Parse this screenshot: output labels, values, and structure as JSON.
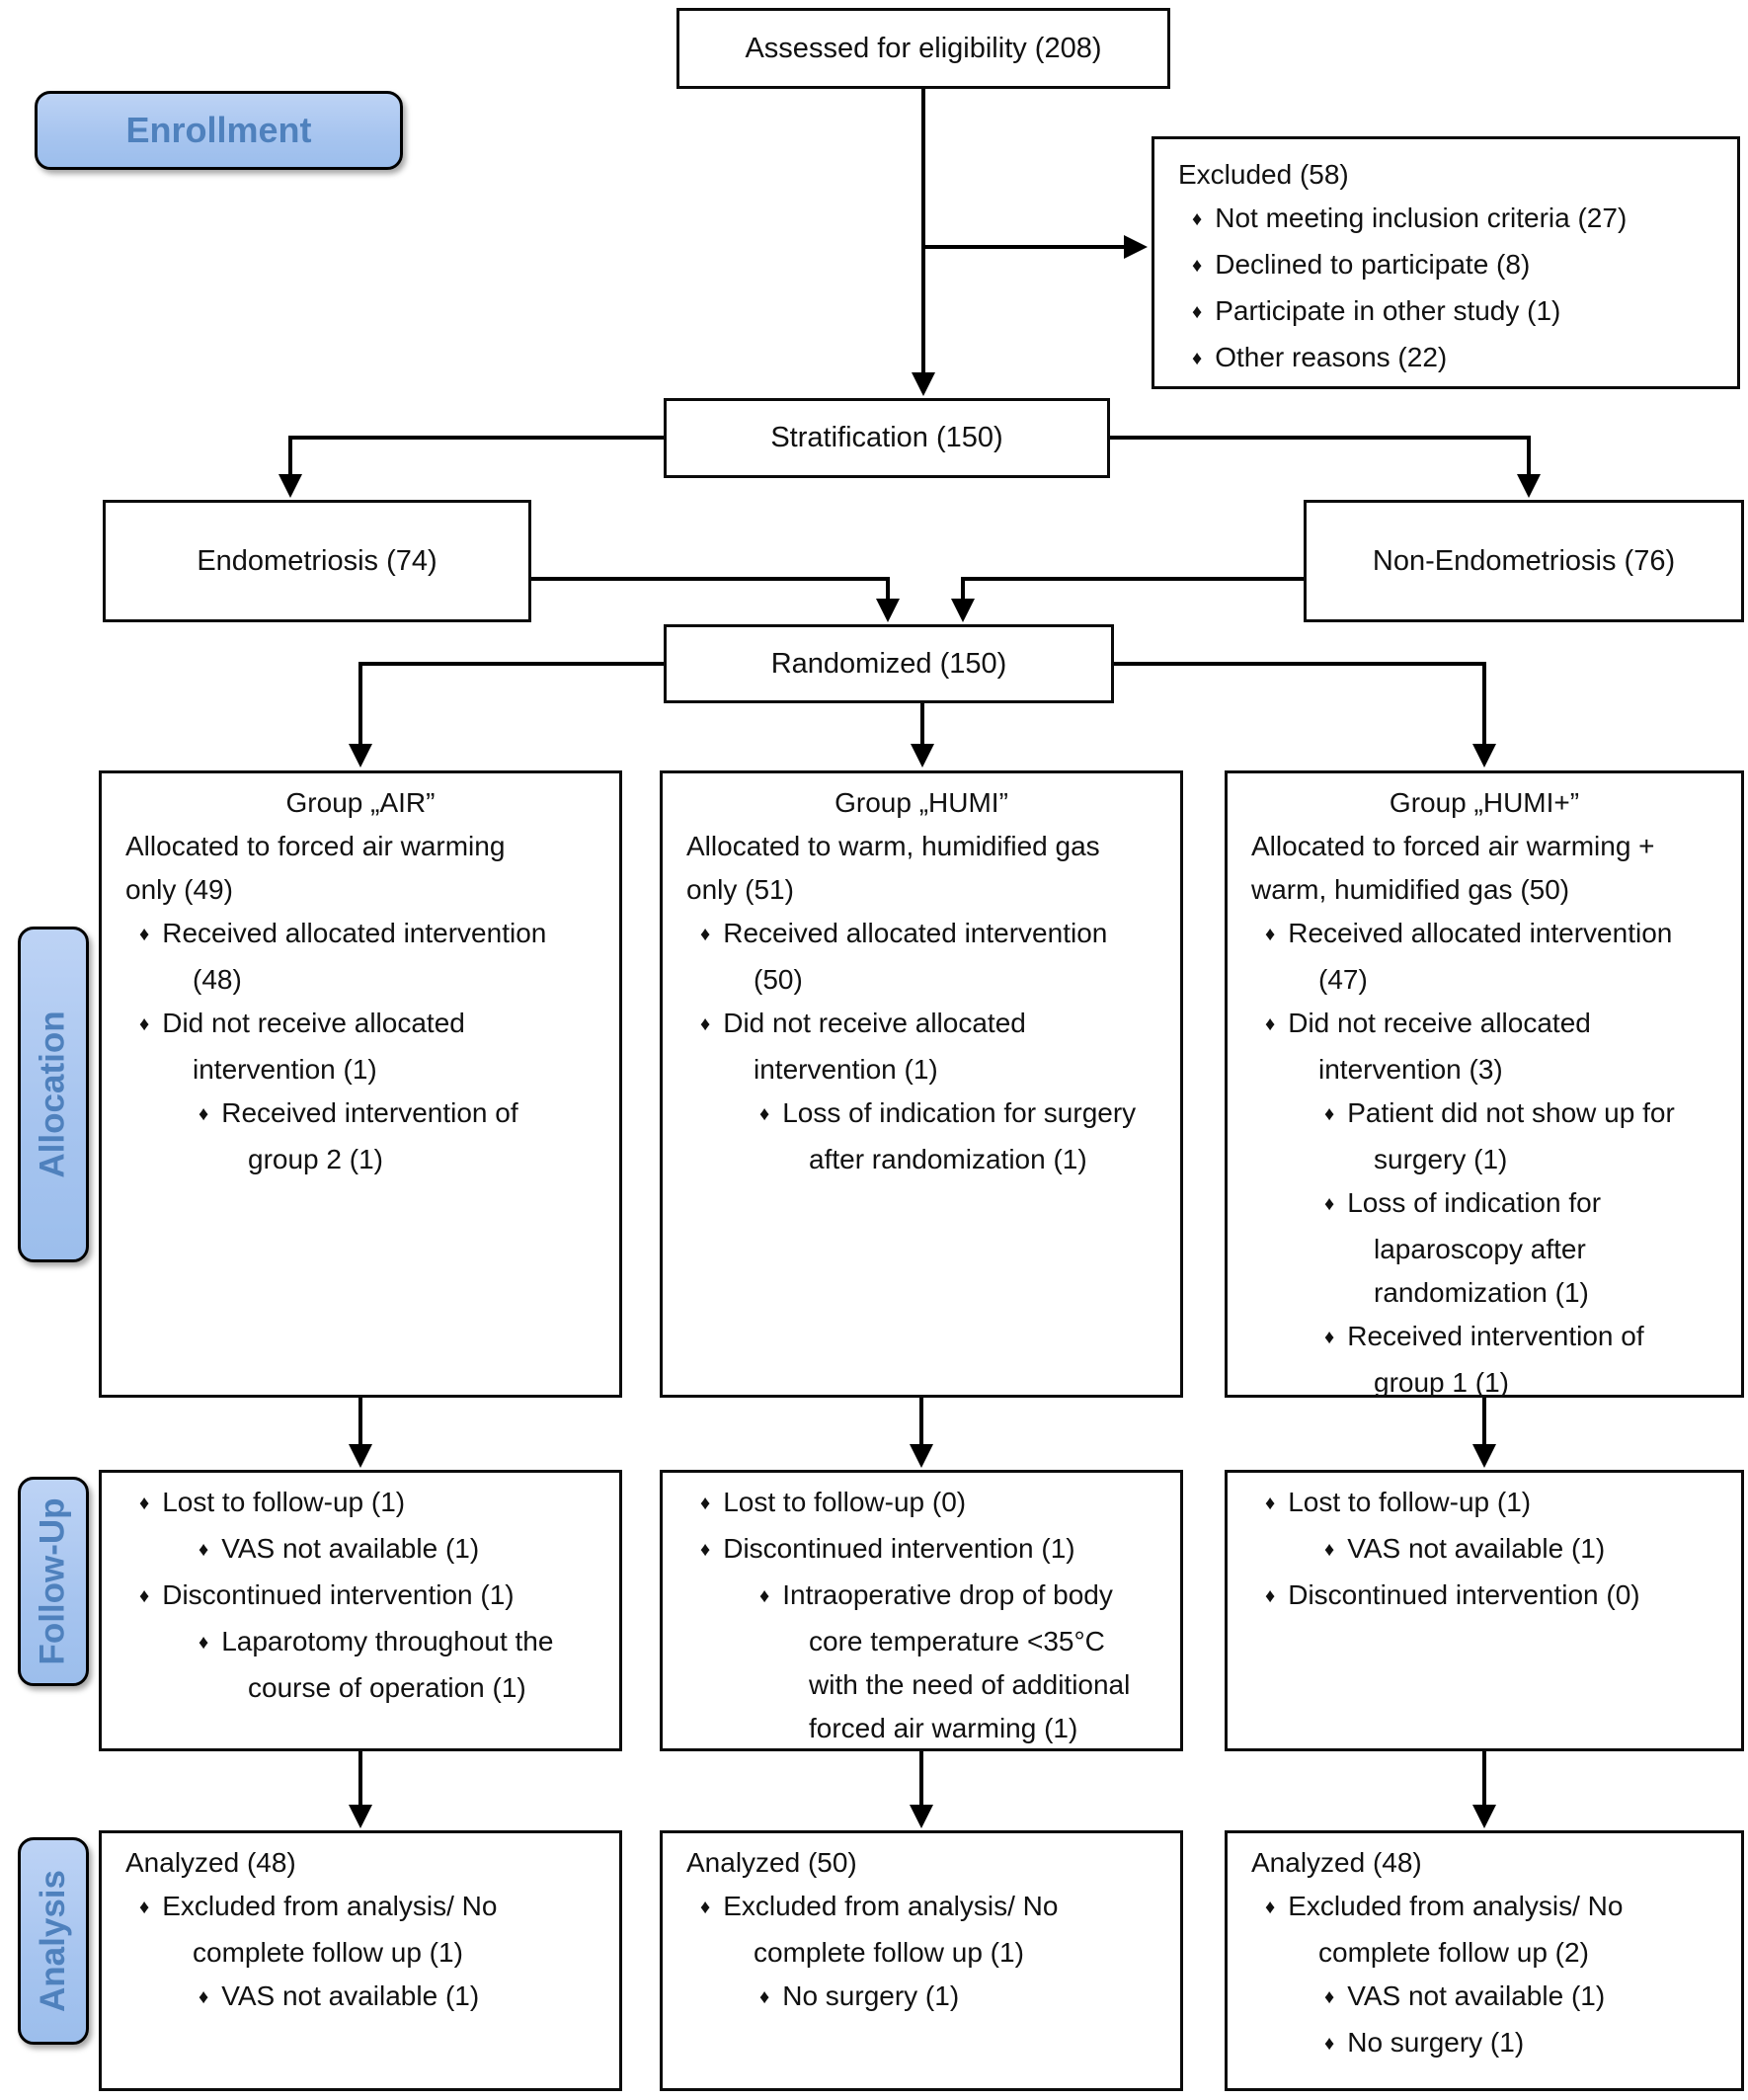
{
  "colors": {
    "label_top": "#bdd3f5",
    "label_fill": "#a6c4ef",
    "label_text": "#4f81bd",
    "line": "#000000"
  },
  "bullet_char": "♦",
  "stages": {
    "enrollment": "Enrollment",
    "allocation": "Allocation",
    "follow_up": "Follow-Up",
    "analysis": "Analysis"
  },
  "boxes": {
    "assessed": "Assessed for eligibility (208)",
    "stratification": "Stratification (150)",
    "endometriosis": "Endometriosis (74)",
    "non_endometriosis": "Non-Endometriosis (76)",
    "randomized": "Randomized (150)",
    "excluded": {
      "lines": [
        {
          "cls": "plain",
          "text": "Excluded (58)"
        },
        {
          "cls": "b1",
          "text": "Not meeting inclusion criteria (27)"
        },
        {
          "cls": "b1",
          "text": "Declined to participate (8)"
        },
        {
          "cls": "b1",
          "text": "Participate in other study (1)"
        },
        {
          "cls": "b1",
          "text": "Other reasons (22)"
        }
      ]
    },
    "allocation": [
      {
        "lines": [
          {
            "cls": "title",
            "text": "Group „AIR”"
          },
          {
            "cls": "plain",
            "text": "Allocated to forced air warming\nonly (49)"
          },
          {
            "cls": "b1",
            "text": "Received allocated intervention (48)"
          },
          {
            "cls": "b1",
            "text": "Did not receive allocated intervention (1)"
          },
          {
            "cls": "b2",
            "text": "Received intervention of group 2 (1)"
          }
        ]
      },
      {
        "lines": [
          {
            "cls": "title",
            "text": "Group „HUMI”"
          },
          {
            "cls": "plain",
            "text": "Allocated to warm, humidified gas\nonly (51)"
          },
          {
            "cls": "b1",
            "text": "Received allocated intervention (50)"
          },
          {
            "cls": "b1",
            "text": "Did not receive allocated intervention (1)"
          },
          {
            "cls": "b2",
            "text": "Loss of indication for surgery after randomization (1)"
          }
        ]
      },
      {
        "lines": [
          {
            "cls": "title",
            "text": "Group „HUMI+”"
          },
          {
            "cls": "plain",
            "text": "Allocated to forced air warming +\nwarm, humidified gas (50)"
          },
          {
            "cls": "b1",
            "text": "Received allocated intervention (47)"
          },
          {
            "cls": "b1",
            "text": "Did not receive allocated intervention (3)"
          },
          {
            "cls": "b2",
            "text": "Patient did not show up for surgery (1)"
          },
          {
            "cls": "b2",
            "text": "Loss of indication for laparoscopy after randomization (1)"
          },
          {
            "cls": "b2",
            "text": "Received intervention of group 1 (1)"
          }
        ]
      }
    ],
    "follow_up": [
      {
        "lines": [
          {
            "cls": "b1",
            "text": "Lost to follow-up (1)"
          },
          {
            "cls": "b2",
            "text": "VAS not available (1)"
          },
          {
            "cls": "b1",
            "text": "Discontinued intervention (1)"
          },
          {
            "cls": "b2",
            "text": "Laparotomy throughout the course of operation (1)"
          }
        ]
      },
      {
        "lines": [
          {
            "cls": "b1",
            "text": "Lost to follow-up (0)"
          },
          {
            "cls": "b1",
            "text": "Discontinued intervention (1)"
          },
          {
            "cls": "b2",
            "text": "Intraoperative drop of body core temperature <35°C with the need of additional forced air warming (1)"
          }
        ]
      },
      {
        "lines": [
          {
            "cls": "b1",
            "text": "Lost to follow-up (1)"
          },
          {
            "cls": "b2",
            "text": "VAS not available (1)"
          },
          {
            "cls": "b1",
            "text": "Discontinued intervention (0)"
          }
        ]
      }
    ],
    "analysis": [
      {
        "lines": [
          {
            "cls": "plain",
            "text": "Analyzed (48)"
          },
          {
            "cls": "b1",
            "text": "Excluded from analysis/ No complete follow up (1)"
          },
          {
            "cls": "b2",
            "text": "VAS not available (1)"
          }
        ]
      },
      {
        "lines": [
          {
            "cls": "plain",
            "text": "Analyzed (50)"
          },
          {
            "cls": "b1",
            "text": "Excluded from analysis/ No complete follow up (1)"
          },
          {
            "cls": "b2",
            "text": "No surgery (1)"
          }
        ]
      },
      {
        "lines": [
          {
            "cls": "plain",
            "text": "Analyzed (48)"
          },
          {
            "cls": "b1",
            "text": "Excluded from analysis/ No complete follow up (2)"
          },
          {
            "cls": "b2",
            "text": "VAS not available (1)"
          },
          {
            "cls": "b2",
            "text": "No surgery (1)"
          }
        ]
      }
    ]
  }
}
